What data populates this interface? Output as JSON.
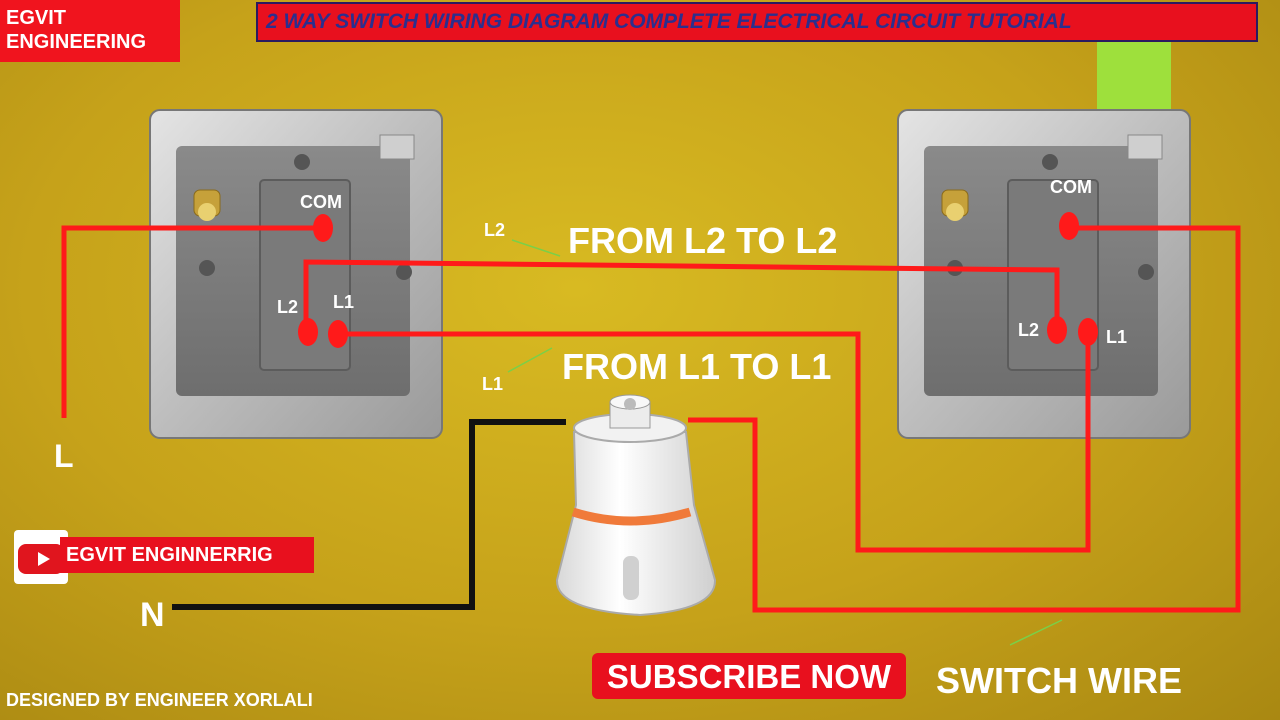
{
  "brand": {
    "line1": "EGVIT",
    "line2": "ENGINEERING"
  },
  "title": "2 WAY SWITCH WIRING DIAGRAM COMPLETE ELECTRICAL CIRCUIT  TUTORIAL",
  "switch_left": {
    "com": "COM",
    "l2": "L2",
    "l1": "L1"
  },
  "switch_right": {
    "com": "COM",
    "l2": "L2",
    "l1": "L1"
  },
  "annotations": {
    "l2_small": "L2",
    "from_l2": "FROM L2 TO L2",
    "l1_small": "L1",
    "from_l1": "FROM L1 TO L1",
    "switch_wire": "SWITCH WIRE"
  },
  "terminals": {
    "live": "L",
    "neutral": "N"
  },
  "channel": "EGVIT ENGINNERRIG",
  "subscribe": "SUBSCRIBE NOW",
  "credit": "DESIGNED BY ENGINEER XORLALI",
  "colors": {
    "live_wire": "#ff1a1a",
    "neutral_wire": "#111111",
    "background": "#c9a61c",
    "accent": "#e8101e"
  }
}
